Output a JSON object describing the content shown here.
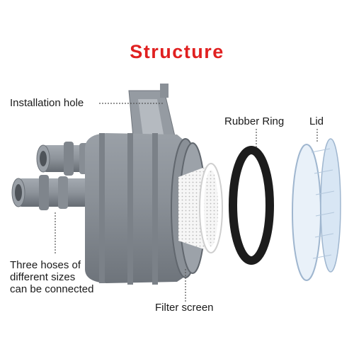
{
  "title": "Structure",
  "labels": {
    "installation_hole": "Installation hole",
    "rubber_ring": "Rubber Ring",
    "lid": "Lid",
    "hoses_line1": "Three hoses of",
    "hoses_line2": "different sizes",
    "hoses_line3": "can be connected",
    "filter_screen": "Filter screen"
  },
  "colors": {
    "title": "#e02020",
    "body_gray": "#8a8f96",
    "filter_white": "#f4f4f4",
    "ring_black": "#1c1c1c",
    "lid_clear": "#cfe0f2"
  }
}
